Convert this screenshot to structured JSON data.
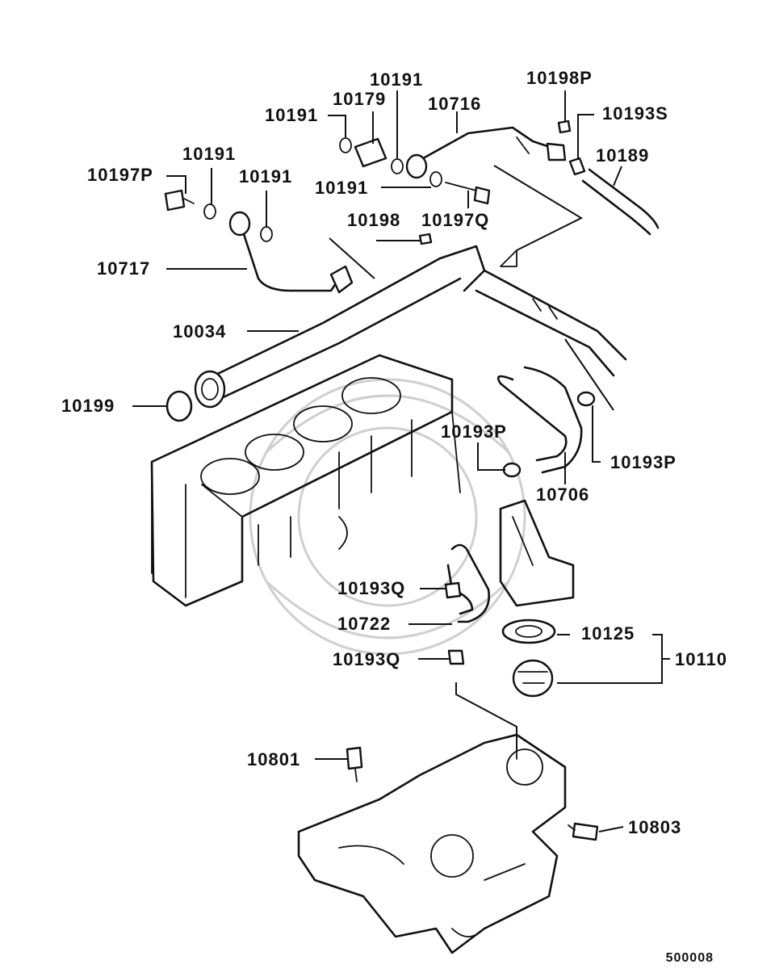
{
  "diagram_code": "500008",
  "part_labels": [
    {
      "id": "p10191a",
      "text": "10191"
    },
    {
      "id": "p10179",
      "text": "10179"
    },
    {
      "id": "p10191b",
      "text": "10191"
    },
    {
      "id": "p10716",
      "text": "10716"
    },
    {
      "id": "p10198P",
      "text": "10198P"
    },
    {
      "id": "p10193S",
      "text": "10193S"
    },
    {
      "id": "p10189",
      "text": "10189"
    },
    {
      "id": "p10191c",
      "text": "10191"
    },
    {
      "id": "p10197P",
      "text": "10197P"
    },
    {
      "id": "p10191d",
      "text": "10191"
    },
    {
      "id": "p10191e",
      "text": "10191"
    },
    {
      "id": "p10198",
      "text": "10198"
    },
    {
      "id": "p10197Q",
      "text": "10197Q"
    },
    {
      "id": "p10717",
      "text": "10717"
    },
    {
      "id": "p10034",
      "text": "10034"
    },
    {
      "id": "p10199",
      "text": "10199"
    },
    {
      "id": "p10193Pa",
      "text": "10193P"
    },
    {
      "id": "p10193Pb",
      "text": "10193P"
    },
    {
      "id": "p10706",
      "text": "10706"
    },
    {
      "id": "p10193Qa",
      "text": "10193Q"
    },
    {
      "id": "p10722",
      "text": "10722"
    },
    {
      "id": "p10125",
      "text": "10125"
    },
    {
      "id": "p10110",
      "text": "10110"
    },
    {
      "id": "p10193Qb",
      "text": "10193Q"
    },
    {
      "id": "p10801",
      "text": "10801"
    },
    {
      "id": "p10803",
      "text": "10803"
    }
  ]
}
